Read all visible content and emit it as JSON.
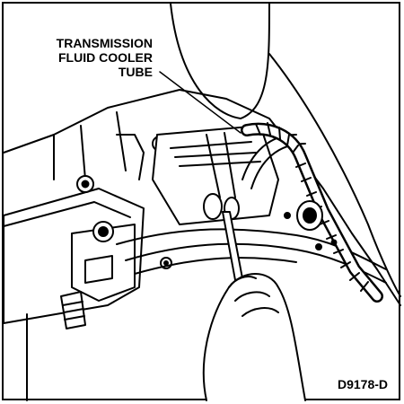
{
  "callout": {
    "line1": "TRANSMISSION",
    "line2": "FLUID COOLER",
    "line3": "TUBE"
  },
  "figure_code": "D9178-D",
  "colors": {
    "ink": "#000000",
    "paper": "#ffffff"
  }
}
